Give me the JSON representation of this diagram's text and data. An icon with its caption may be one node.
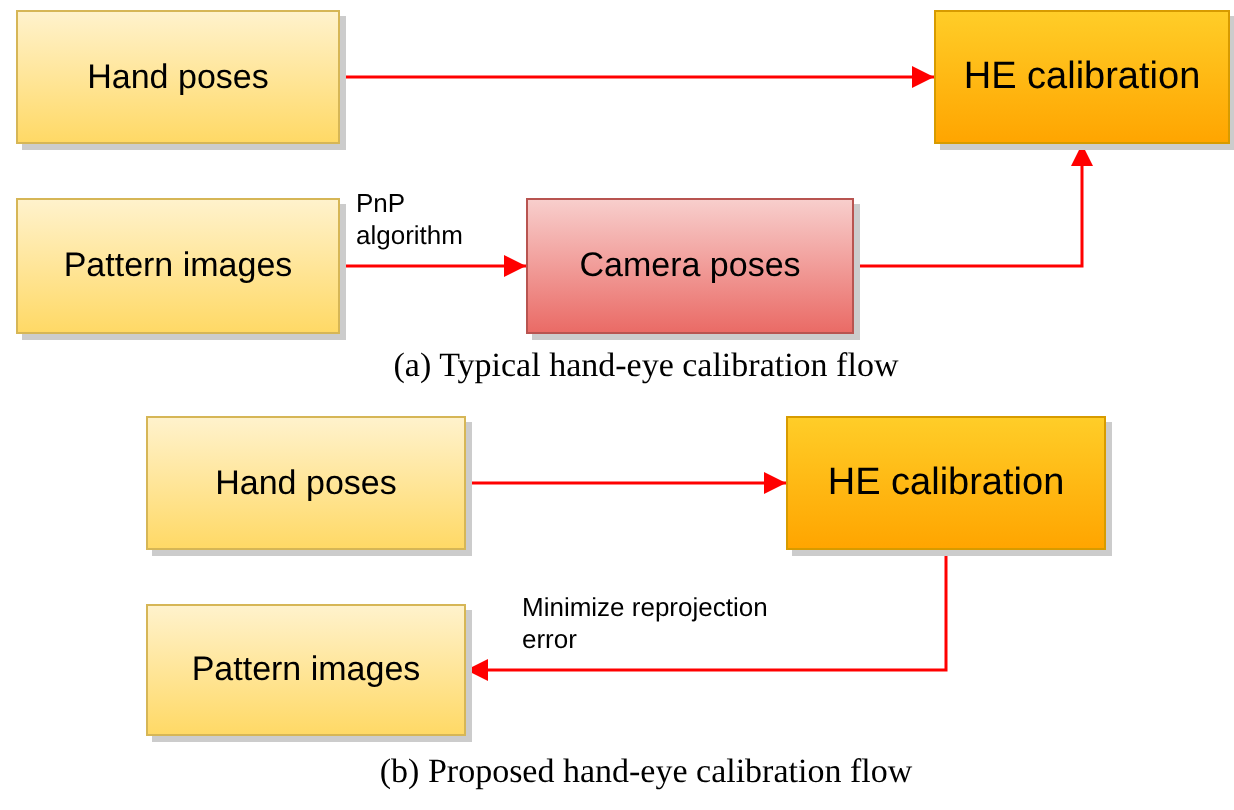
{
  "diagram": {
    "nodes": [
      {
        "text": [
          "Hand poses"
        ]
      },
      {
        "text": [
          "HE calibration"
        ]
      },
      {
        "text": [
          "Pattern images"
        ]
      },
      {
        "text": [
          "Camera poses"
        ]
      },
      {
        "text": [
          "Hand poses"
        ]
      },
      {
        "text": [
          "HE calibration"
        ]
      },
      {
        "text": [
          "Pattern images"
        ]
      }
    ],
    "edges": [
      {
        "from": 0,
        "to": 1,
        "arrow": "to"
      },
      {
        "from": 2,
        "to": 3,
        "arrow": "to",
        "label": "PnP algorithm"
      },
      {
        "from": 3,
        "to": 1,
        "arrow": "to"
      },
      {
        "from": 4,
        "to": 5,
        "arrow": "to"
      },
      {
        "from": 5,
        "to": 6,
        "arrow": "to",
        "label": "Minimize reprojection error"
      }
    ],
    "labels": [
      "(a) Typical hand-eye calibration flow",
      "(b) Proposed hand-eye calibration flow"
    ]
  }
}
